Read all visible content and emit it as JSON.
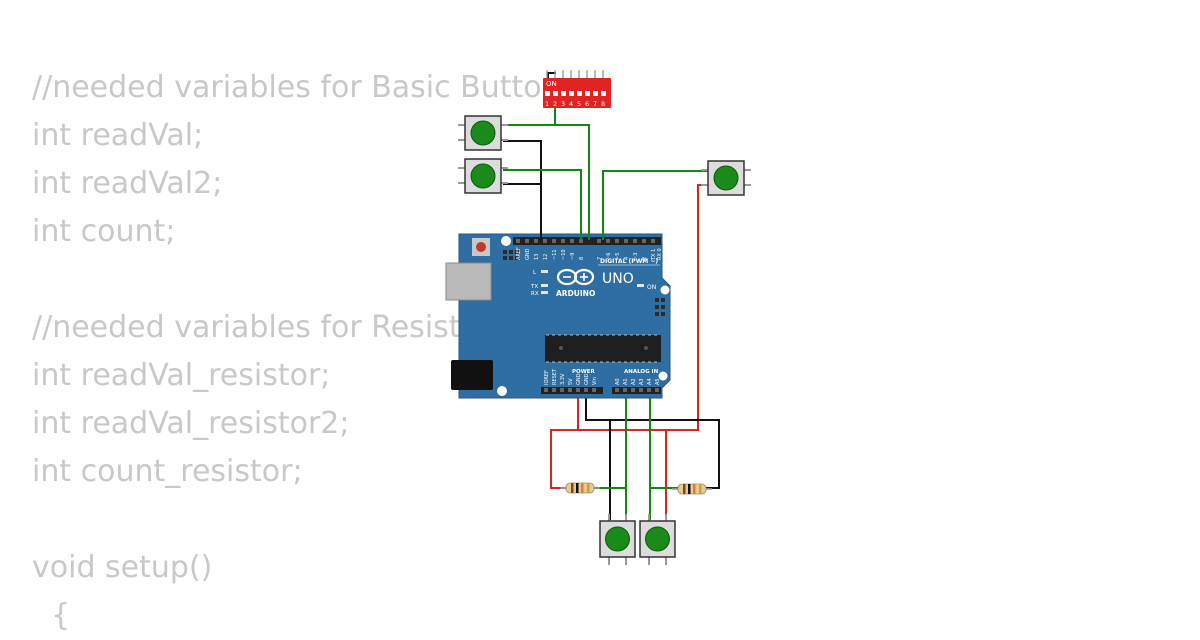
{
  "code": {
    "lines": [
      "//needed variables for Basic Button",
      "int readVal;",
      "int readVal2;",
      "int count;",
      "",
      "//needed variables for Resistor",
      "int readVal_resistor;",
      "int readVal_resistor2;",
      "int count_resistor;",
      "",
      "void setup()",
      "  {"
    ]
  },
  "board": {
    "model": "UNO",
    "brand": "ARDUINO",
    "digital_label": "DIGITAL (PWM ~)",
    "on_label": "ON",
    "power_label": "POWER",
    "analog_label": "ANALOG IN",
    "led_l": "L",
    "led_tx": "TX",
    "led_rx": "RX",
    "digital_pins": [
      "AREF",
      "GND",
      "13",
      "12",
      "~11",
      "~10",
      "~9",
      "8",
      "7",
      "~6",
      "~5",
      "4",
      "~3",
      "2",
      "TX 1",
      "RX 0"
    ],
    "power_pins": [
      "IOREF",
      "RESET",
      "3.3V",
      "5V",
      "GND",
      "GND",
      "Vin"
    ],
    "analog_pins": [
      "A0",
      "A1",
      "A2",
      "A3",
      "A4",
      "A5"
    ]
  },
  "dip_switch": {
    "on_label": "ON",
    "numbers": [
      "1",
      "2",
      "3",
      "4",
      "5",
      "6",
      "7",
      "8"
    ]
  },
  "colors": {
    "board": "#2f6ea3",
    "button_cap": "#1a8a1a",
    "wire_green": "#118811",
    "wire_red": "#dd2222",
    "wire_black": "#111111",
    "code_text": "#c8c8c8",
    "dip_body": "#e02424"
  }
}
